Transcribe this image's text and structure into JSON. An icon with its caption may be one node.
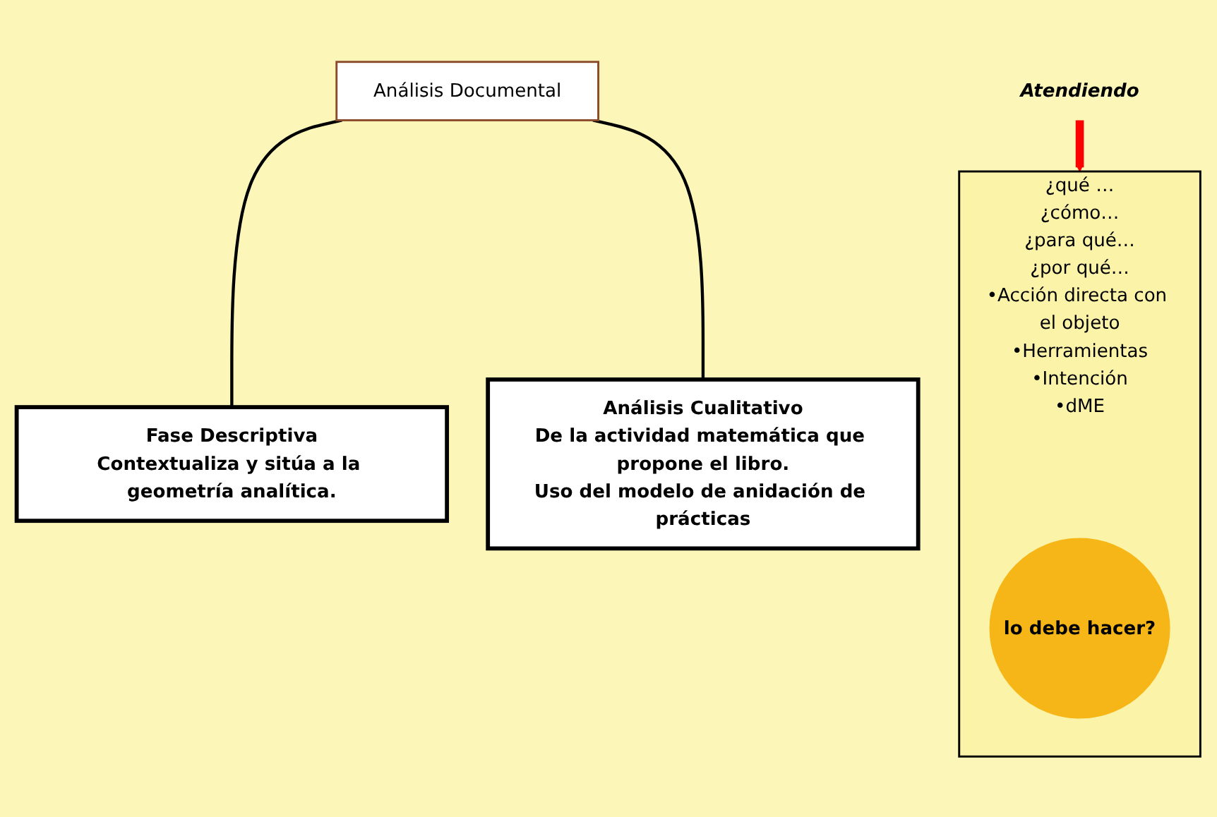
{
  "diagram": {
    "nodes": [
      {
        "text": [
          "Análisis Documental"
        ]
      },
      {
        "text": [
          "Fase Descriptiva",
          "Contextualiza y sitúa a la geometría analítica."
        ]
      },
      {
        "text": [
          "Análisis Cualitativo",
          "De la actividad matemática que propone el libro.",
          "Uso del modelo de anidación de prácticas"
        ]
      },
      {
        "text": [
          "¿qué …",
          "¿cómo…",
          "¿para qué…",
          "¿por qué…",
          "•Acción directa con el objeto",
          "•Herramientas",
          "•Intención",
          "•dME"
        ]
      },
      {
        "text": [
          "lo debe hacer?"
        ],
        "in": 3
      },
      {
        "text": [
          "Atendiendo"
        ]
      }
    ],
    "edges": [
      {
        "from": 0,
        "to": 1,
        "arrow": "none"
      },
      {
        "from": 0,
        "to": 2,
        "arrow": "none"
      },
      {
        "from": 5,
        "to": 3,
        "arrow": "to",
        "style": "thick",
        "color": "#ff0000"
      }
    ]
  }
}
